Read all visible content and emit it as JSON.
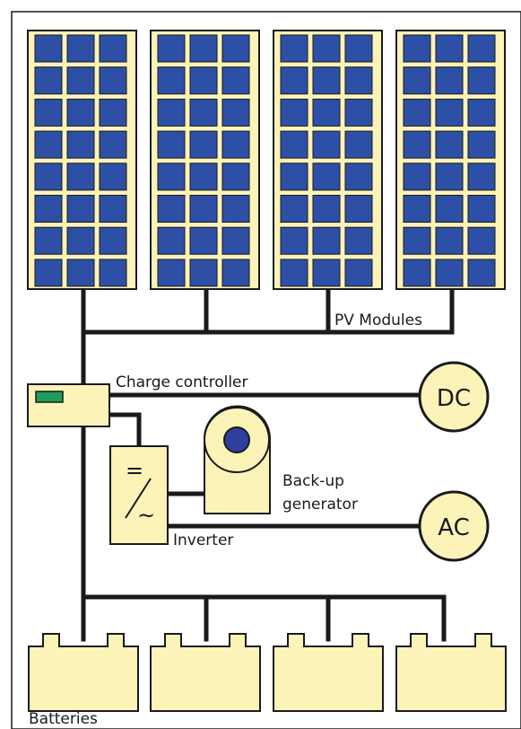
{
  "labels": {
    "pv_modules": "PV Modules",
    "charge_controller": "Charge controller",
    "dc": "DC",
    "ac": "AC",
    "backup_line1": "Back-up",
    "backup_line2": "generator",
    "inverter": "Inverter",
    "inverter_dc_symbol": "=",
    "inverter_ac_symbol": "~",
    "batteries": "Batteries"
  },
  "colors": {
    "panel_frame": "#FBF3B8",
    "panel_cell": "#2E4FA6",
    "wire": "#1a1a1a",
    "component_fill": "#FBF3B8",
    "controller_led": "#1E9E5A",
    "generator_core": "#2E3FA0"
  },
  "counts": {
    "panels": 4,
    "cell_columns": 3,
    "cell_rows": 8,
    "batteries": 4
  }
}
